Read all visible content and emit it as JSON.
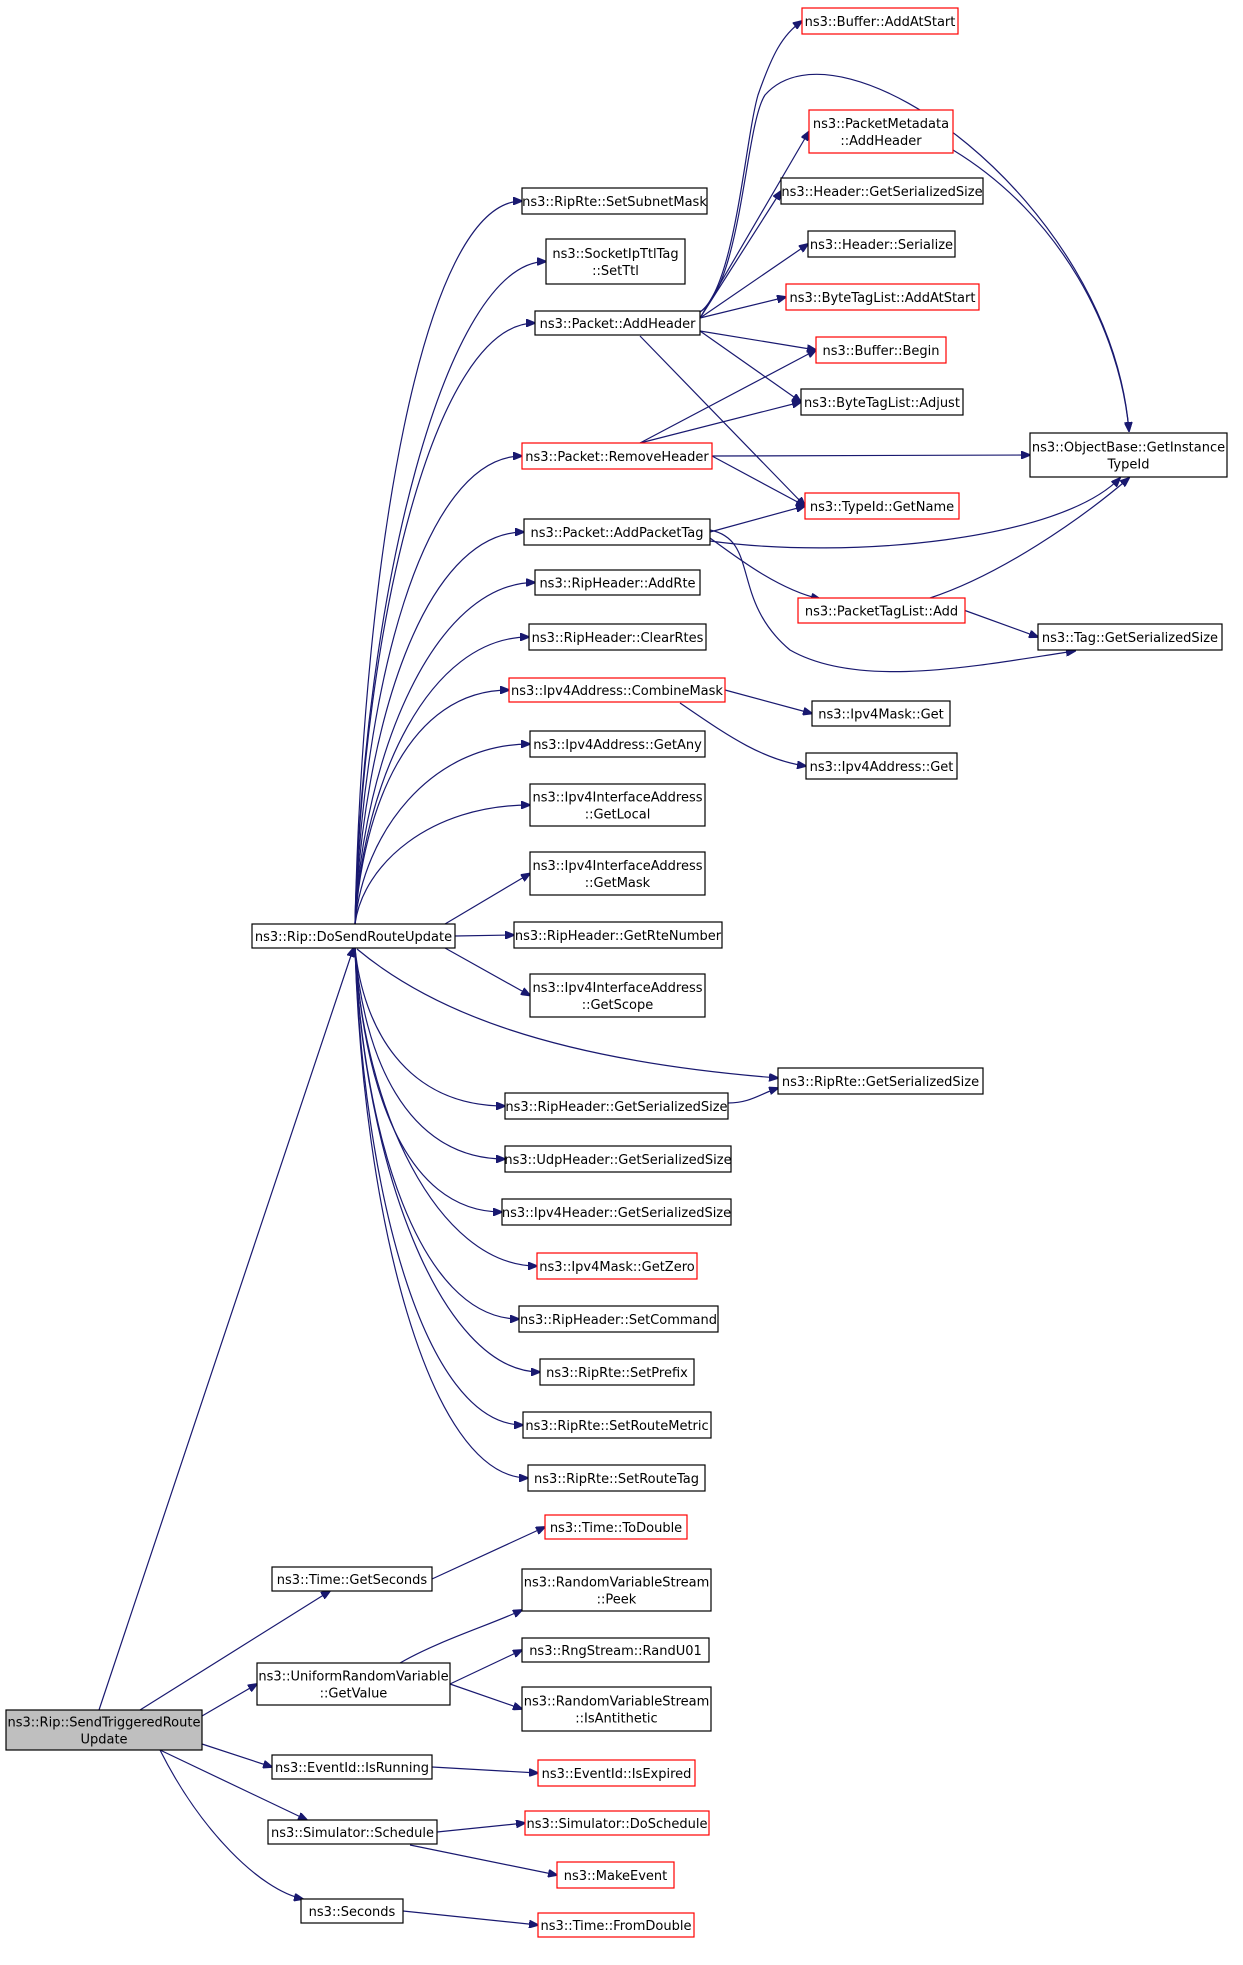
{
  "colors": {
    "edge": "#191970",
    "box_border_normal": "#000000",
    "box_border_truncated": "#ff0000",
    "box_fill_normal": "#ffffff",
    "box_fill_root": "#bfbfbf"
  },
  "nodes": [
    {
      "id": "root",
      "lines": [
        "ns3::Rip::SendTriggeredRoute",
        "Update"
      ],
      "style": "root"
    },
    {
      "id": "doSend",
      "lines": [
        "ns3::Rip::DoSendRouteUpdate"
      ],
      "style": "normal"
    },
    {
      "id": "timeGetSeconds",
      "lines": [
        "ns3::Time::GetSeconds"
      ],
      "style": "normal"
    },
    {
      "id": "urvGetValue",
      "lines": [
        "ns3::UniformRandomVariable",
        "::GetValue"
      ],
      "style": "normal"
    },
    {
      "id": "eventIsRunning",
      "lines": [
        "ns3::EventId::IsRunning"
      ],
      "style": "normal"
    },
    {
      "id": "simSchedule",
      "lines": [
        "ns3::Simulator::Schedule"
      ],
      "style": "normal"
    },
    {
      "id": "seconds",
      "lines": [
        "ns3::Seconds"
      ],
      "style": "normal"
    },
    {
      "id": "ripRteSetSubnetMask",
      "lines": [
        "ns3::RipRte::SetSubnetMask"
      ],
      "style": "normal"
    },
    {
      "id": "socketSetTtl",
      "lines": [
        "ns3::SocketIpTtlTag",
        "::SetTtl"
      ],
      "style": "normal"
    },
    {
      "id": "packetAddHeader",
      "lines": [
        "ns3::Packet::AddHeader"
      ],
      "style": "normal"
    },
    {
      "id": "packetRemoveHeader",
      "lines": [
        "ns3::Packet::RemoveHeader"
      ],
      "style": "truncated"
    },
    {
      "id": "packetAddPacketTag",
      "lines": [
        "ns3::Packet::AddPacketTag"
      ],
      "style": "normal"
    },
    {
      "id": "ripHeaderAddRte",
      "lines": [
        "ns3::RipHeader::AddRte"
      ],
      "style": "normal"
    },
    {
      "id": "ripHeaderClearRtes",
      "lines": [
        "ns3::RipHeader::ClearRtes"
      ],
      "style": "normal"
    },
    {
      "id": "ipv4CombineMask",
      "lines": [
        "ns3::Ipv4Address::CombineMask"
      ],
      "style": "truncated"
    },
    {
      "id": "ipv4GetAny",
      "lines": [
        "ns3::Ipv4Address::GetAny"
      ],
      "style": "normal"
    },
    {
      "id": "ifaceGetLocal",
      "lines": [
        "ns3::Ipv4InterfaceAddress",
        "::GetLocal"
      ],
      "style": "normal"
    },
    {
      "id": "ifaceGetMask",
      "lines": [
        "ns3::Ipv4InterfaceAddress",
        "::GetMask"
      ],
      "style": "normal"
    },
    {
      "id": "ripHeaderGetRteNumber",
      "lines": [
        "ns3::RipHeader::GetRteNumber"
      ],
      "style": "normal"
    },
    {
      "id": "ifaceGetScope",
      "lines": [
        "ns3::Ipv4InterfaceAddress",
        "::GetScope"
      ],
      "style": "normal"
    },
    {
      "id": "ripHeaderGetSerSize",
      "lines": [
        "ns3::RipHeader::GetSerializedSize"
      ],
      "style": "normal"
    },
    {
      "id": "udpHeaderGetSerSize",
      "lines": [
        "ns3::UdpHeader::GetSerializedSize"
      ],
      "style": "normal"
    },
    {
      "id": "ipv4HeaderGetSerSize",
      "lines": [
        "ns3::Ipv4Header::GetSerializedSize"
      ],
      "style": "normal"
    },
    {
      "id": "ipv4MaskGetZero",
      "lines": [
        "ns3::Ipv4Mask::GetZero"
      ],
      "style": "truncated"
    },
    {
      "id": "ripHeaderSetCommand",
      "lines": [
        "ns3::RipHeader::SetCommand"
      ],
      "style": "normal"
    },
    {
      "id": "ripRteSetPrefix",
      "lines": [
        "ns3::RipRte::SetPrefix"
      ],
      "style": "normal"
    },
    {
      "id": "ripRteSetRouteMetric",
      "lines": [
        "ns3::RipRte::SetRouteMetric"
      ],
      "style": "normal"
    },
    {
      "id": "ripRteSetRouteTag",
      "lines": [
        "ns3::RipRte::SetRouteTag"
      ],
      "style": "normal"
    },
    {
      "id": "timeToDouble",
      "lines": [
        "ns3::Time::ToDouble"
      ],
      "style": "truncated"
    },
    {
      "id": "rvsPeek",
      "lines": [
        "ns3::RandomVariableStream",
        "::Peek"
      ],
      "style": "normal"
    },
    {
      "id": "rngRandU01",
      "lines": [
        "ns3::RngStream::RandU01"
      ],
      "style": "normal"
    },
    {
      "id": "rvsIsAntithetic",
      "lines": [
        "ns3::RandomVariableStream",
        "::IsAntithetic"
      ],
      "style": "normal"
    },
    {
      "id": "eventIsExpired",
      "lines": [
        "ns3::EventId::IsExpired"
      ],
      "style": "truncated"
    },
    {
      "id": "simDoSchedule",
      "lines": [
        "ns3::Simulator::DoSchedule"
      ],
      "style": "truncated"
    },
    {
      "id": "makeEvent",
      "lines": [
        "ns3::MakeEvent"
      ],
      "style": "truncated"
    },
    {
      "id": "timeFromDouble",
      "lines": [
        "ns3::Time::FromDouble"
      ],
      "style": "truncated"
    },
    {
      "id": "bufferAddAtStart",
      "lines": [
        "ns3::Buffer::AddAtStart"
      ],
      "style": "truncated"
    },
    {
      "id": "pmAddHeader",
      "lines": [
        "ns3::PacketMetadata",
        "::AddHeader"
      ],
      "style": "truncated"
    },
    {
      "id": "headerGetSerSize",
      "lines": [
        "ns3::Header::GetSerializedSize"
      ],
      "style": "normal"
    },
    {
      "id": "headerSerialize",
      "lines": [
        "ns3::Header::Serialize"
      ],
      "style": "normal"
    },
    {
      "id": "btlAddAtStart",
      "lines": [
        "ns3::ByteTagList::AddAtStart"
      ],
      "style": "truncated"
    },
    {
      "id": "bufferBegin",
      "lines": [
        "ns3::Buffer::Begin"
      ],
      "style": "truncated"
    },
    {
      "id": "btlAdjust",
      "lines": [
        "ns3::ByteTagList::Adjust"
      ],
      "style": "normal"
    },
    {
      "id": "typeIdGetName",
      "lines": [
        "ns3::TypeId::GetName"
      ],
      "style": "truncated"
    },
    {
      "id": "ptlAdd",
      "lines": [
        "ns3::PacketTagList::Add"
      ],
      "style": "truncated"
    },
    {
      "id": "ipv4MaskGet",
      "lines": [
        "ns3::Ipv4Mask::Get"
      ],
      "style": "normal"
    },
    {
      "id": "ipv4AddressGet",
      "lines": [
        "ns3::Ipv4Address::Get"
      ],
      "style": "normal"
    },
    {
      "id": "ripRteGetSerSize",
      "lines": [
        "ns3::RipRte::GetSerializedSize"
      ],
      "style": "normal"
    },
    {
      "id": "objGetInstanceTypeId",
      "lines": [
        "ns3::ObjectBase::GetInstance",
        "TypeId"
      ],
      "style": "normal"
    },
    {
      "id": "tagGetSerSize",
      "lines": [
        "ns3::Tag::GetSerializedSize"
      ],
      "style": "normal"
    }
  ],
  "edges": [
    [
      "root",
      "doSend"
    ],
    [
      "root",
      "timeGetSeconds"
    ],
    [
      "root",
      "urvGetValue"
    ],
    [
      "root",
      "eventIsRunning"
    ],
    [
      "root",
      "simSchedule"
    ],
    [
      "root",
      "seconds"
    ],
    [
      "doSend",
      "ripRteSetSubnetMask"
    ],
    [
      "doSend",
      "socketSetTtl"
    ],
    [
      "doSend",
      "packetAddHeader"
    ],
    [
      "doSend",
      "packetRemoveHeader"
    ],
    [
      "doSend",
      "packetAddPacketTag"
    ],
    [
      "doSend",
      "ripHeaderAddRte"
    ],
    [
      "doSend",
      "ripHeaderClearRtes"
    ],
    [
      "doSend",
      "ipv4CombineMask"
    ],
    [
      "doSend",
      "ipv4GetAny"
    ],
    [
      "doSend",
      "ifaceGetLocal"
    ],
    [
      "doSend",
      "ifaceGetMask"
    ],
    [
      "doSend",
      "ripHeaderGetRteNumber"
    ],
    [
      "doSend",
      "ifaceGetScope"
    ],
    [
      "doSend",
      "ripRteGetSerSize"
    ],
    [
      "doSend",
      "ripHeaderGetSerSize"
    ],
    [
      "doSend",
      "udpHeaderGetSerSize"
    ],
    [
      "doSend",
      "ipv4HeaderGetSerSize"
    ],
    [
      "doSend",
      "ipv4MaskGetZero"
    ],
    [
      "doSend",
      "ripHeaderSetCommand"
    ],
    [
      "doSend",
      "ripRteSetPrefix"
    ],
    [
      "doSend",
      "ripRteSetRouteMetric"
    ],
    [
      "doSend",
      "ripRteSetRouteTag"
    ],
    [
      "packetAddHeader",
      "bufferAddAtStart"
    ],
    [
      "packetAddHeader",
      "objGetInstanceTypeId"
    ],
    [
      "packetAddHeader",
      "pmAddHeader"
    ],
    [
      "packetAddHeader",
      "headerGetSerSize"
    ],
    [
      "packetAddHeader",
      "headerSerialize"
    ],
    [
      "packetAddHeader",
      "btlAddAtStart"
    ],
    [
      "packetAddHeader",
      "bufferBegin"
    ],
    [
      "packetAddHeader",
      "btlAdjust"
    ],
    [
      "packetAddHeader",
      "typeIdGetName"
    ],
    [
      "pmAddHeader",
      "objGetInstanceTypeId"
    ],
    [
      "packetRemoveHeader",
      "bufferBegin"
    ],
    [
      "packetRemoveHeader",
      "btlAdjust"
    ],
    [
      "packetRemoveHeader",
      "objGetInstanceTypeId"
    ],
    [
      "packetRemoveHeader",
      "typeIdGetName"
    ],
    [
      "packetAddPacketTag",
      "typeIdGetName"
    ],
    [
      "packetAddPacketTag",
      "objGetInstanceTypeId"
    ],
    [
      "packetAddPacketTag",
      "ptlAdd"
    ],
    [
      "packetAddPacketTag",
      "tagGetSerSize"
    ],
    [
      "ptlAdd",
      "objGetInstanceTypeId"
    ],
    [
      "ptlAdd",
      "tagGetSerSize"
    ],
    [
      "ipv4CombineMask",
      "ipv4MaskGet"
    ],
    [
      "ipv4CombineMask",
      "ipv4AddressGet"
    ],
    [
      "ripHeaderGetSerSize",
      "ripRteGetSerSize"
    ],
    [
      "timeGetSeconds",
      "timeToDouble"
    ],
    [
      "urvGetValue",
      "rvsPeek"
    ],
    [
      "urvGetValue",
      "rngRandU01"
    ],
    [
      "urvGetValue",
      "rvsIsAntithetic"
    ],
    [
      "eventIsRunning",
      "eventIsExpired"
    ],
    [
      "simSchedule",
      "simDoSchedule"
    ],
    [
      "simSchedule",
      "makeEvent"
    ],
    [
      "seconds",
      "timeFromDouble"
    ]
  ]
}
